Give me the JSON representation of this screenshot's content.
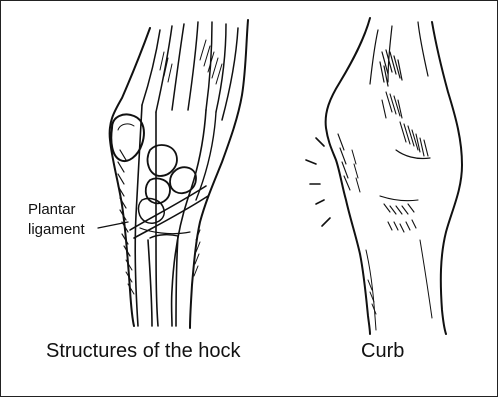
{
  "figure": {
    "left_caption": "Structures of the hock",
    "right_caption": "Curb",
    "annotation": {
      "line1": "Plantar",
      "line2": "ligament"
    }
  }
}
